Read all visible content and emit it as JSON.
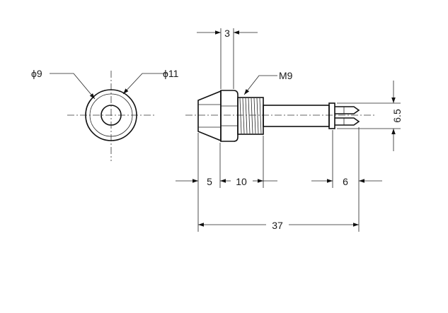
{
  "front_view": {
    "inner_diameter_label": "ϕ9",
    "outer_diameter_label": "ϕ11"
  },
  "side_view": {
    "thread_label": "M9",
    "dim_collar": "3",
    "dim_head": "5",
    "dim_thread": "10",
    "dim_pins": "6",
    "dim_total": "37",
    "dim_height": "6.5"
  }
}
